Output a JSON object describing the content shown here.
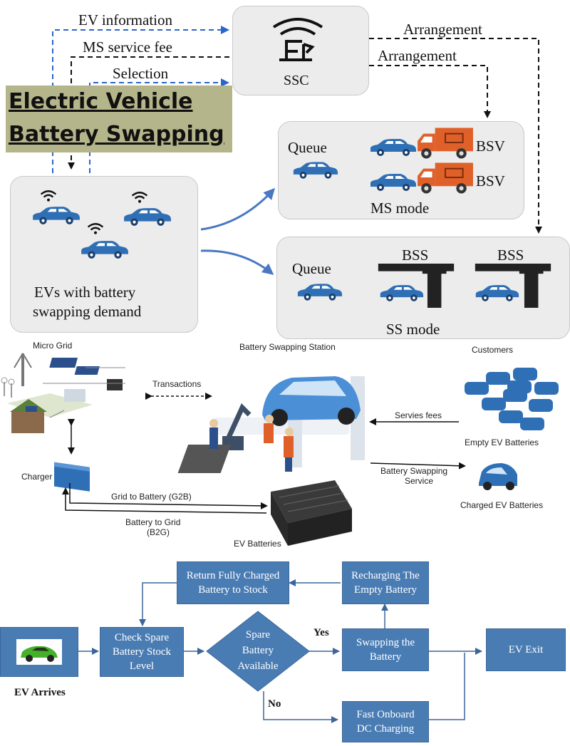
{
  "title": {
    "line1": "Electric Vehicle",
    "line2": "Battery Swapping"
  },
  "top": {
    "ssc_label": "SSC",
    "ev_information": "EV information",
    "ms_service_fee": "MS service fee",
    "selection": "Selection",
    "arrangement_1": "Arrangement",
    "arrangement_2": "Arrangement",
    "ms_queue": "Queue",
    "bsv_1": "BSV",
    "bsv_2": "BSV",
    "ms_mode": "MS mode",
    "ss_queue": "Queue",
    "bss_1": "BSS",
    "bss_2": "BSS",
    "ss_mode": "SS mode",
    "evs_line1": "EVs with battery",
    "evs_line2": "swapping demand"
  },
  "middle": {
    "micro_grid": "Micro Grid",
    "station": "Battery Swapping Station",
    "customers": "Customers",
    "transactions": "Transactions",
    "services_fees": "Servies fees",
    "empty_batteries": "Empty EV Batteries",
    "swap_service_1": "Battery Swapping",
    "swap_service_2": "Service",
    "charged_batteries": "Charged EV Batteries",
    "charger": "Charger",
    "g2b": "Grid to Battery (G2B)",
    "b2g_1": "Battery to Grid",
    "b2g_2": "(B2G)",
    "ev_batteries": "EV Batteries"
  },
  "flow": {
    "return_1": "Return Fully Charged",
    "return_2": "Battery to Stock",
    "recharge_1": "Recharging The",
    "recharge_2": "Empty Battery",
    "check_1": "Check Spare",
    "check_2": "Battery Stock",
    "check_3": "Level",
    "spare_1": "Spare",
    "spare_2": "Battery",
    "spare_3": "Available",
    "yes": "Yes",
    "no": "No",
    "swap_1": "Swapping the",
    "swap_2": "Battery",
    "exit": "EV Exit",
    "fast_1": "Fast Onboard",
    "fast_2": "DC Charging",
    "arrives": "EV Arrives"
  },
  "colors": {
    "panel": "#ececec",
    "car": "#2f6fb5",
    "truck": "#e0602a",
    "flow_box": "#4a7cb4",
    "title_bg": "#b5b58b",
    "arrow": "#4a78c2"
  }
}
